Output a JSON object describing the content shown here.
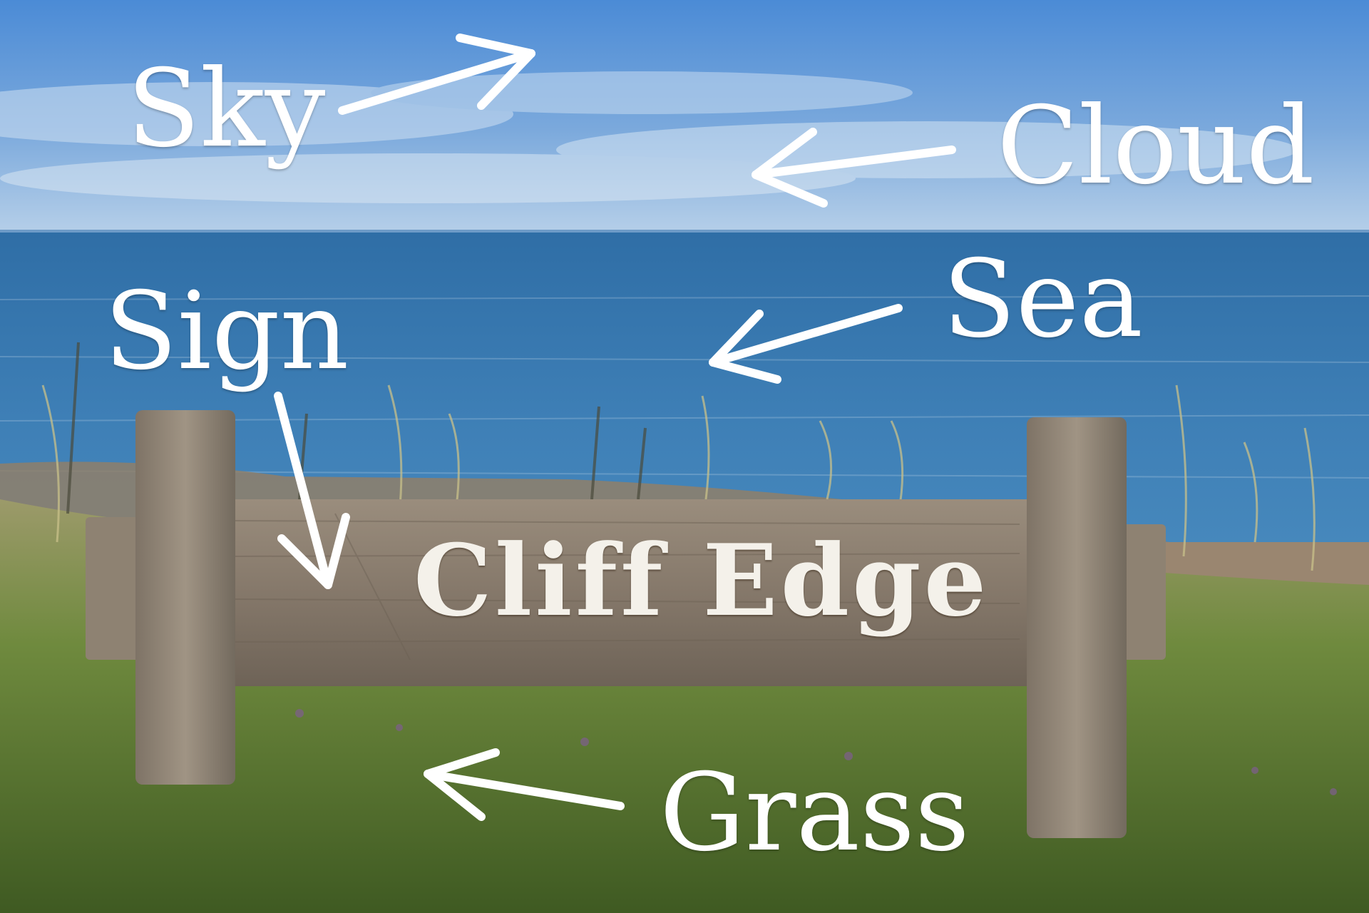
{
  "annotations": {
    "sky": "Sky",
    "cloud": "Cloud",
    "sea": "Sea",
    "sign": "Sign",
    "grass": "Grass"
  },
  "sign": {
    "text": "Cliff Edge"
  },
  "colors": {
    "sky_top": "#4f8fd6",
    "sky_horizon": "#b9d3ea",
    "sea": "#3a78ad",
    "grass": "#5f7a35",
    "wood": "#8a7c6c",
    "label": "#ffffff"
  }
}
